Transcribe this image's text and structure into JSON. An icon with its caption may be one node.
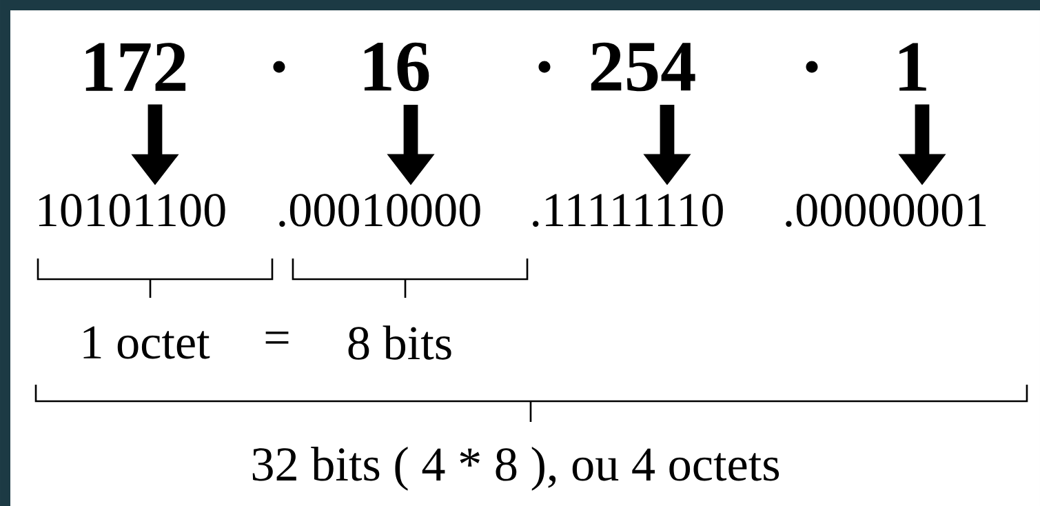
{
  "diagram": {
    "nodes": [
      {
        "text": [
          "172"
        ]
      },
      {
        "text": [
          "16"
        ]
      },
      {
        "text": [
          "254"
        ]
      },
      {
        "text": [
          "1"
        ]
      },
      {
        "text": [
          "10101100"
        ]
      },
      {
        "text": [
          ".00010000"
        ]
      },
      {
        "text": [
          ".11111110"
        ]
      },
      {
        "text": [
          ".00000001"
        ]
      }
    ],
    "edges": [
      {
        "from": 0,
        "to": 4,
        "arrow": "to"
      },
      {
        "from": 1,
        "to": 5,
        "arrow": "to"
      },
      {
        "from": 2,
        "to": 6,
        "arrow": "to"
      },
      {
        "from": 3,
        "to": 7,
        "arrow": "to"
      }
    ],
    "labels": [
      ".",
      ".",
      ".",
      "1 octet",
      "=",
      "8 bits",
      "32 bits ( 4 * 8 ), ou 4 octets"
    ]
  }
}
